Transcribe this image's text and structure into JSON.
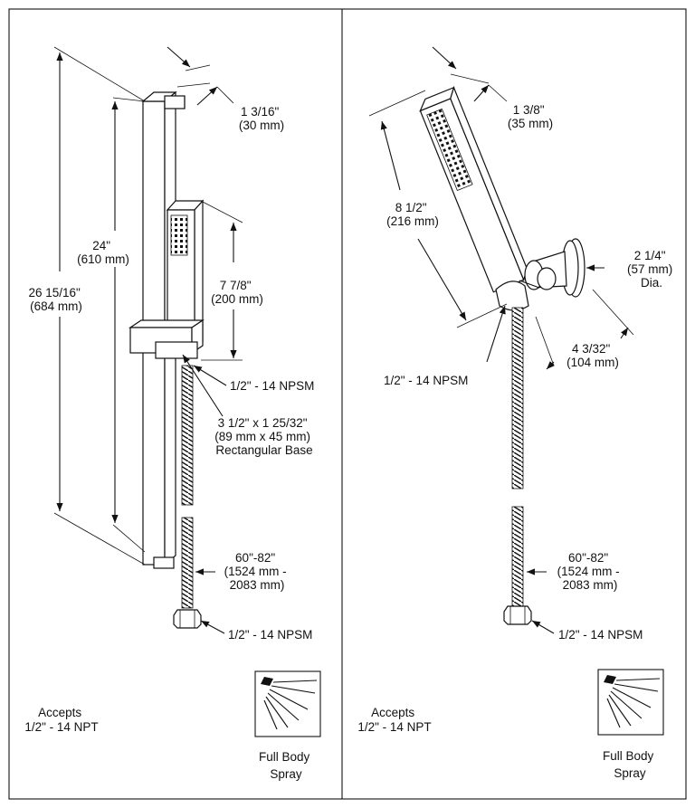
{
  "left_panel": {
    "dim_width": [
      "1 3/16\"",
      "(30 mm)"
    ],
    "dim_bar_length": [
      "24\"",
      "(610 mm)"
    ],
    "dim_total_length": [
      "26 15/16\"",
      "(684 mm)"
    ],
    "dim_handshower_length": [
      "7 7/8\"",
      "(200 mm)"
    ],
    "connection_top": "1/2\" - 14 NPSM",
    "base": [
      "3 1/2\" x 1 25/32\"",
      "(89 mm x 45 mm)",
      "Rectangular Base"
    ],
    "hose_length": [
      "60\"-82\"",
      "(1524 mm -",
      "2083 mm)"
    ],
    "connection_bottom": "1/2\" - 14 NPSM",
    "accepts": [
      "Accepts",
      "1/2\" - 14 NPT"
    ],
    "spray_label": [
      "Full Body",
      "Spray"
    ]
  },
  "right_panel": {
    "dim_width": [
      "1 3/8\"",
      "(35 mm)"
    ],
    "dim_handshower_length": [
      "8 1/2\"",
      "(216 mm)"
    ],
    "dim_flange": [
      "2 1/4\"",
      "(57 mm)",
      "Dia."
    ],
    "dim_projection": [
      "4 3/32\"",
      "(104 mm)"
    ],
    "connection_top": "1/2\" - 14 NPSM",
    "hose_length": [
      "60\"-82\"",
      "(1524 mm -",
      "2083 mm)"
    ],
    "connection_bottom": "1/2\" - 14 NPSM",
    "accepts": [
      "Accepts",
      "1/2\" - 14 NPT"
    ],
    "spray_label": [
      "Full Body",
      "Spray"
    ]
  }
}
